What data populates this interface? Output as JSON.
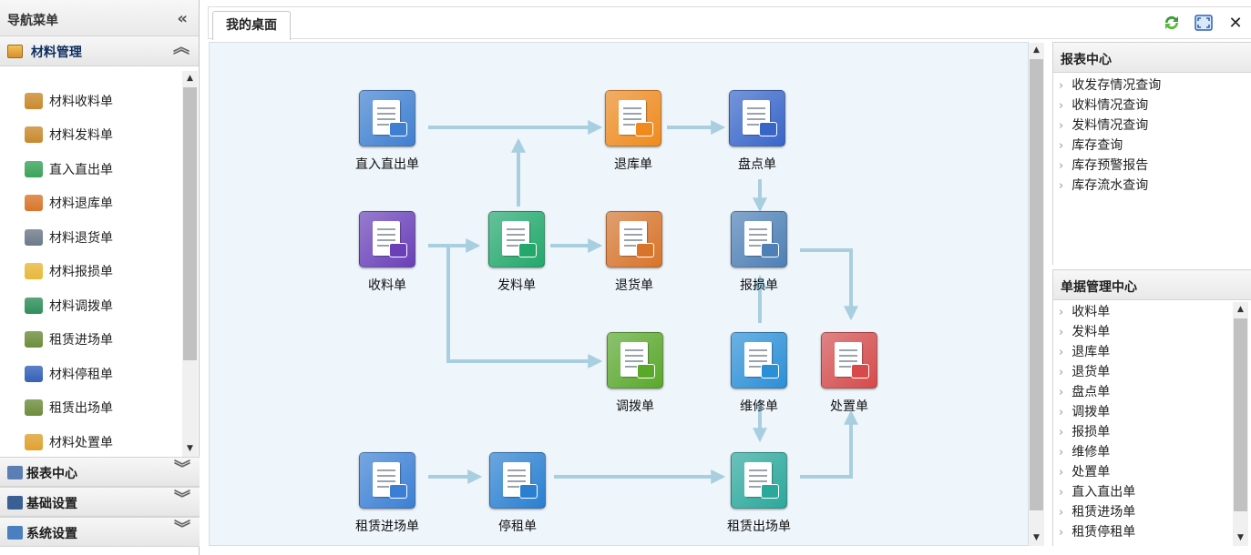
{
  "nav": {
    "title": "导航菜单",
    "collapse_glyph": "«",
    "active_panel": {
      "title": "材料管理",
      "icon": "house-icon"
    },
    "items": [
      {
        "label": "材料收料单",
        "icon": "house-receive-icon",
        "color": "#c98a2e"
      },
      {
        "label": "材料发料单",
        "icon": "house-issue-icon",
        "color": "#c98a2e"
      },
      {
        "label": "直入直出单",
        "icon": "direct-io-icon",
        "color": "#3aa35a"
      },
      {
        "label": "材料退库单",
        "icon": "truck-return-icon",
        "color": "#d9762b"
      },
      {
        "label": "材料退货单",
        "icon": "truck-icon",
        "color": "#6c7a89"
      },
      {
        "label": "材料报损单",
        "icon": "folder-broken-icon",
        "color": "#e8b83a"
      },
      {
        "label": "材料调拨单",
        "icon": "transfer-icon",
        "color": "#2f8f5a"
      },
      {
        "label": "租赁进场单",
        "icon": "lease-enter-icon",
        "color": "#6d8d3c"
      },
      {
        "label": "材料停租单",
        "icon": "pause-icon",
        "color": "#3461b8"
      },
      {
        "label": "租赁出场单",
        "icon": "lease-exit-icon",
        "color": "#6d8d3c"
      },
      {
        "label": "材料处置单",
        "icon": "dispose-icon",
        "color": "#e0a030"
      }
    ],
    "bottom_panels": [
      {
        "title": "报表中心",
        "icon": "table-icon",
        "color": "#5b7fb4"
      },
      {
        "title": "基础设置",
        "icon": "book-icon",
        "color": "#3a5f95"
      },
      {
        "title": "系统设置",
        "icon": "monitor-icon",
        "color": "#4a7fc0"
      }
    ]
  },
  "tabs": {
    "active": "我的桌面"
  },
  "desktop": {
    "nodes": [
      {
        "id": "direct",
        "label": "直入直出单",
        "color": "#3f7fd0"
      },
      {
        "id": "return-stock",
        "label": "退库单",
        "color": "#f08a1c"
      },
      {
        "id": "inventory",
        "label": "盘点单",
        "color": "#3865c8"
      },
      {
        "id": "receive",
        "label": "收料单",
        "color": "#6a3fb8"
      },
      {
        "id": "issue",
        "label": "发料单",
        "color": "#22a86a"
      },
      {
        "id": "return-goods",
        "label": "退货单",
        "color": "#d8742a"
      },
      {
        "id": "damage",
        "label": "报损单",
        "color": "#4e7fb5"
      },
      {
        "id": "dispose",
        "label": "处置单",
        "color": "#d64a4a"
      },
      {
        "id": "transfer",
        "label": "调拨单",
        "color": "#5aa82a"
      },
      {
        "id": "repair",
        "label": "维修单",
        "color": "#2b8fd6"
      },
      {
        "id": "lease-enter",
        "label": "租赁进场单",
        "color": "#3b7fd4"
      },
      {
        "id": "lease-stop",
        "label": "停租单",
        "color": "#2a7fd0"
      },
      {
        "id": "lease-exit",
        "label": "租赁出场单",
        "color": "#2aa89a"
      }
    ]
  },
  "report_center": {
    "title": "报表中心",
    "items": [
      "收发存情况查询",
      "收料情况查询",
      "发料情况查询",
      "库存查询",
      "库存预警报告",
      "库存流水查询"
    ]
  },
  "doc_center": {
    "title": "单据管理中心",
    "items": [
      "收料单",
      "发料单",
      "退库单",
      "退货单",
      "盘点单",
      "调拨单",
      "报损单",
      "维修单",
      "处置单",
      "直入直出单",
      "租赁进场单",
      "租赁停租单"
    ]
  },
  "colors": {
    "arrow": "#a8cfe0",
    "accent": "#0e2d5f"
  }
}
